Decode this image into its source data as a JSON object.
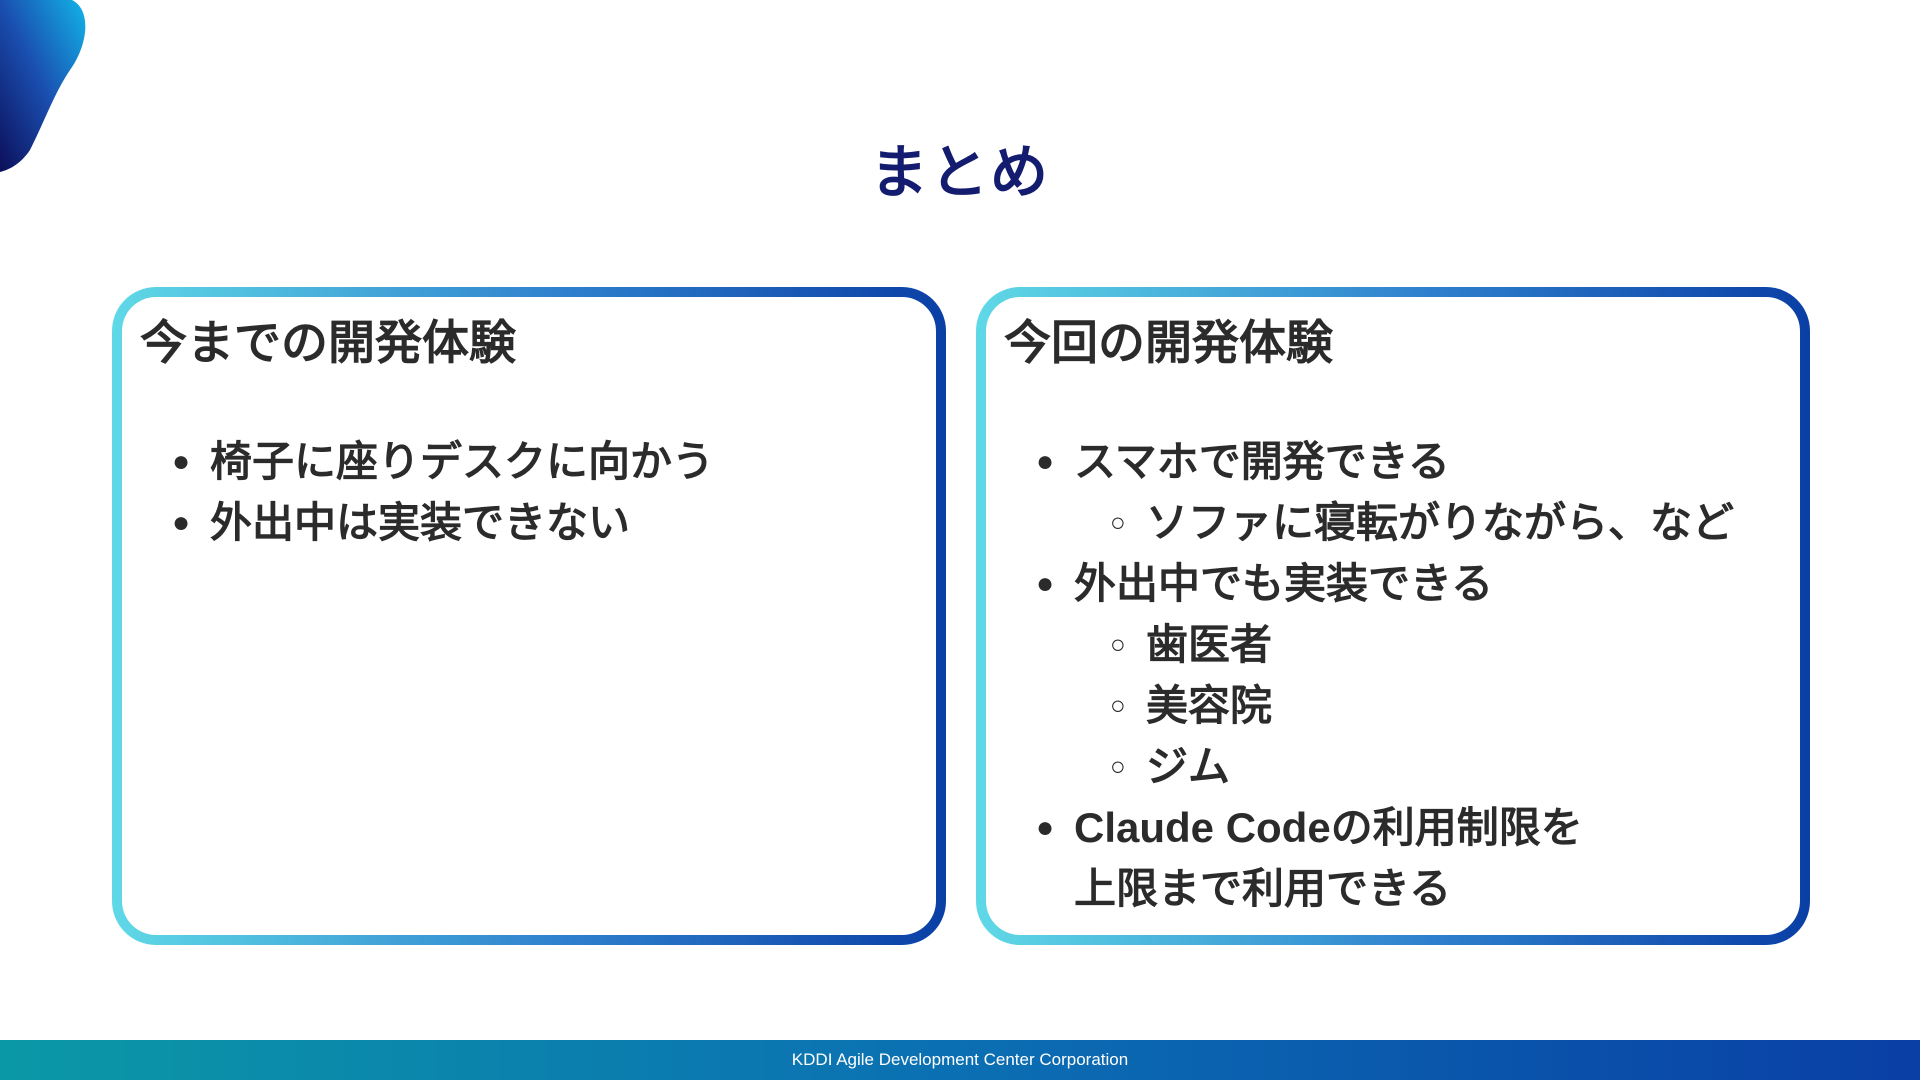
{
  "slide": {
    "title": "まとめ"
  },
  "left_card": {
    "title": "今までの開発体験",
    "items": [
      {
        "level": 1,
        "text": "椅子に座りデスクに向かう"
      },
      {
        "level": 1,
        "text": "外出中は実装できない"
      }
    ]
  },
  "right_card": {
    "title": "今回の開発体験",
    "items": [
      {
        "level": 1,
        "text": "スマホで開発できる"
      },
      {
        "level": 2,
        "text": "ソファに寝転がりながら、など"
      },
      {
        "level": 1,
        "text": "外出中でも実装できる"
      },
      {
        "level": 2,
        "text": "歯医者"
      },
      {
        "level": 2,
        "text": "美容院"
      },
      {
        "level": 2,
        "text": "ジム"
      },
      {
        "level": 1,
        "text": "Claude Codeの利用制限を"
      },
      {
        "level": 0,
        "text": "上限まで利用できる"
      }
    ]
  },
  "footer": {
    "text": "KDDI Agile Development Center Corporation"
  },
  "colors": {
    "title": "#131c6e",
    "text": "#2b2b2b",
    "card_gradient_start": "#5fd9e6",
    "card_gradient_end": "#0a3fa5",
    "footer_gradient_start": "#0b98a6",
    "footer_gradient_end": "#0a3fa5"
  },
  "icons": {
    "level1_bullet": "filled-circle",
    "level2_bullet": "hollow-circle"
  }
}
